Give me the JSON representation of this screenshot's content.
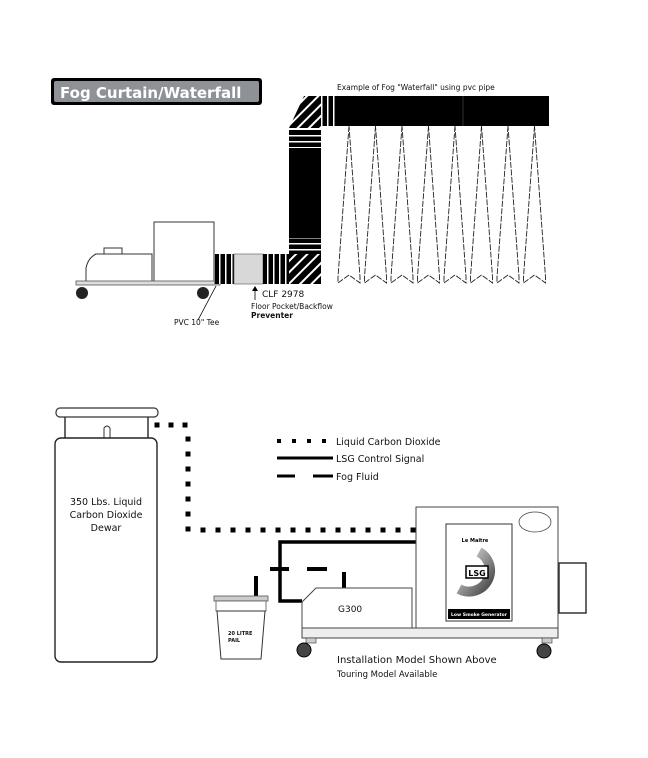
{
  "top_diagram": {
    "title_badge": "Fog Curtain/Waterfall",
    "example_caption": "Example of Fog \"Waterfall\" using pvc pipe",
    "labels": {
      "tee": "PVC 10\" Tee",
      "part_number": "CLF 2978",
      "part_desc_1": "Floor Pocket/Backflow",
      "part_desc_2": "Preventer"
    },
    "waterfall_nozzle_count": 8
  },
  "bottom_diagram": {
    "dewar_label": [
      "350 Lbs. Liquid",
      "Carbon Dioxide",
      "Dewar"
    ],
    "legend": [
      {
        "style": "dotted",
        "label": "Liquid Carbon Dioxide"
      },
      {
        "style": "solid",
        "label": "LSG Control Signal"
      },
      {
        "style": "dashed",
        "label": "Fog Fluid"
      }
    ],
    "pail_label": [
      "20 LITRE",
      "PAIL"
    ],
    "fogger_label": "G300",
    "lsg_panel": {
      "brand": "Le Maitre",
      "logo": "LSG",
      "footer": "Low Smoke Generator"
    },
    "caption_1": "Installation Model Shown Above",
    "caption_2": "Touring Model Available"
  }
}
